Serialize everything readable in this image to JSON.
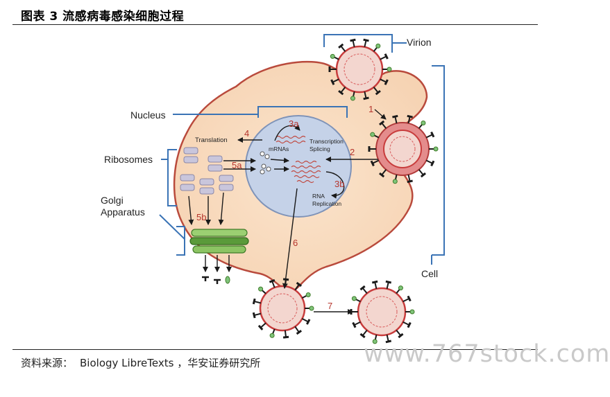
{
  "figure": {
    "title": "图表 3 流感病毒感染细胞过程"
  },
  "diagram": {
    "labels": {
      "virion": "Virion",
      "nucleus": "Nucleus",
      "ribosomes": "Ribosomes",
      "golgi_line1": "Golgi",
      "golgi_line2": "Apparatus",
      "cell": "Cell",
      "translation": "Translation",
      "mrnas": "mRNAs",
      "transcription": "Transcription",
      "splicing": "Splicing",
      "rna_line1": "RNA",
      "rna_line2": "Replication"
    },
    "steps": {
      "s1": "1",
      "s2": "2",
      "s3a": "3a",
      "s3b": "3b",
      "s4": "4",
      "s5a": "5a",
      "s5b": "5b",
      "s6": "6",
      "s7": "7"
    },
    "colors": {
      "cell_fill": "#f8dcc0",
      "cell_stroke": "#b94a3c",
      "nucleus_fill": "#c5d2e8",
      "nucleus_stroke": "#7f93b8",
      "bracket": "#3a73b5",
      "step_number": "#b5342c",
      "golgi": "#5a9a3a",
      "ribosome": "#c9c6dc"
    }
  },
  "footer": {
    "source_label": "资料来源：",
    "source_text": "Biology LibreTexts ，华安证券研究所",
    "watermark": "www.767stock.com"
  }
}
